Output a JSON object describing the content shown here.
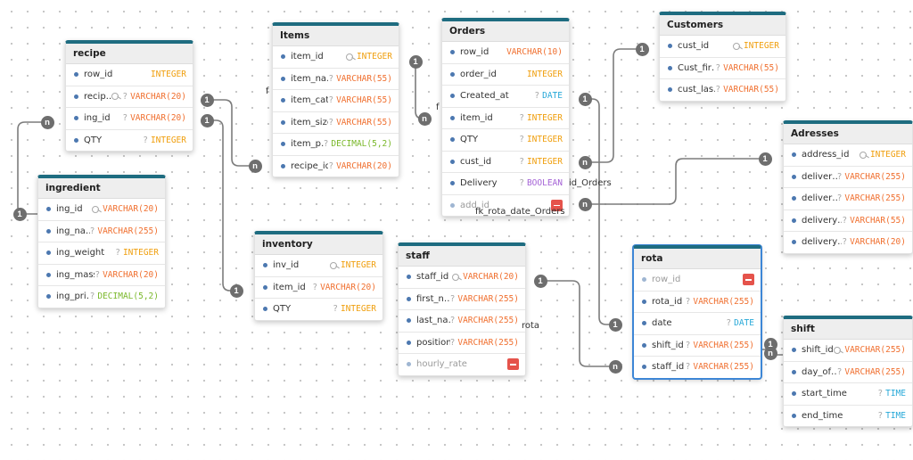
{
  "colors": {
    "header_strip": "#1e6c80",
    "connector": "#7c7c7c",
    "badge": "#6e6e6e",
    "delete": "#e5534b",
    "selection": "#3d86d6"
  },
  "type_colors": {
    "INTEGER": "#f0a010",
    "VARCHAR": "#f07030",
    "DATE": "#26a8d8",
    "TIME": "#26a8d8",
    "DECIMAL": "#7ab82a",
    "BOOLEAN": "#a462d6"
  },
  "tables": [
    {
      "name": "recipe",
      "fields": [
        {
          "name": "row_id",
          "type": "INTEGER"
        },
        {
          "name": "recip…",
          "mark": "key+?",
          "type": "VARCHAR(20)"
        },
        {
          "name": "ing_id",
          "mark": "?",
          "type": "VARCHAR(20)"
        },
        {
          "name": "QTY",
          "mark": "?",
          "type": "INTEGER"
        }
      ]
    },
    {
      "name": "ingredient",
      "fields": [
        {
          "name": "ing_id",
          "mark": "key",
          "type": "VARCHAR(20)"
        },
        {
          "name": "ing_na…",
          "mark": "?",
          "type": "VARCHAR(255)"
        },
        {
          "name": "ing_weight",
          "mark": "?",
          "type": "INTEGER"
        },
        {
          "name": "ing_mass",
          "mark": "?",
          "type": "VARCHAR(20)"
        },
        {
          "name": "ing_pri…",
          "mark": "?",
          "type": "DECIMAL(5,2)"
        }
      ]
    },
    {
      "name": "Items",
      "fields": [
        {
          "name": "item_id",
          "mark": "key",
          "type": "INTEGER"
        },
        {
          "name": "item_na…",
          "mark": "?",
          "type": "VARCHAR(55)"
        },
        {
          "name": "item_cat",
          "mark": "?",
          "type": "VARCHAR(55)"
        },
        {
          "name": "item_size",
          "mark": "?",
          "type": "VARCHAR(55)"
        },
        {
          "name": "item_p…",
          "mark": "?",
          "type": "DECIMAL(5,2)"
        },
        {
          "name": "recipe_id",
          "mark": "?",
          "type": "VARCHAR(20)"
        }
      ]
    },
    {
      "name": "inventory",
      "fields": [
        {
          "name": "inv_id",
          "mark": "key",
          "type": "INTEGER"
        },
        {
          "name": "item_id",
          "mark": "?",
          "type": "VARCHAR(20)"
        },
        {
          "name": "QTY",
          "mark": "?",
          "type": "INTEGER"
        }
      ]
    },
    {
      "name": "Orders",
      "fields": [
        {
          "name": "row_id",
          "type": "VARCHAR(10)"
        },
        {
          "name": "order_id",
          "type": "INTEGER"
        },
        {
          "name": "Created_at",
          "mark": "?",
          "type": "DATE"
        },
        {
          "name": "item_id",
          "mark": "?",
          "type": "INTEGER"
        },
        {
          "name": "QTY",
          "mark": "?",
          "type": "INTEGER"
        },
        {
          "name": "cust_id",
          "mark": "?",
          "type": "INTEGER"
        },
        {
          "name": "Delivery",
          "mark": "?",
          "type": "BOOLEAN"
        },
        {
          "name": "add_id",
          "dim": true,
          "delete": true
        }
      ]
    },
    {
      "name": "staff",
      "fields": [
        {
          "name": "staff_id",
          "mark": "key",
          "type": "VARCHAR(20)"
        },
        {
          "name": "first_n…",
          "mark": "?",
          "type": "VARCHAR(255)"
        },
        {
          "name": "last_na…",
          "mark": "?",
          "type": "VARCHAR(255)"
        },
        {
          "name": "position",
          "mark": "?",
          "type": "VARCHAR(255)"
        },
        {
          "name": "hourly_rate",
          "dim": true,
          "delete": true
        }
      ]
    },
    {
      "name": "Customers",
      "fields": [
        {
          "name": "cust_id",
          "mark": "key",
          "type": "INTEGER"
        },
        {
          "name": "Cust_fir…",
          "mark": "?",
          "type": "VARCHAR(55)"
        },
        {
          "name": "cust_las…",
          "mark": "?",
          "type": "VARCHAR(55)"
        }
      ]
    },
    {
      "name": "Adresses",
      "fields": [
        {
          "name": "address_id",
          "mark": "key",
          "type": "INTEGER"
        },
        {
          "name": "deliver…",
          "mark": "?",
          "type": "VARCHAR(255)"
        },
        {
          "name": "deliver…",
          "mark": "?",
          "type": "VARCHAR(255)"
        },
        {
          "name": "delivery…",
          "mark": "?",
          "type": "VARCHAR(55)"
        },
        {
          "name": "delivery…",
          "mark": "?",
          "type": "VARCHAR(20)"
        }
      ]
    },
    {
      "name": "rota",
      "selected": true,
      "fields": [
        {
          "name": "row_id",
          "dim": true,
          "delete": true
        },
        {
          "name": "rota_id",
          "mark": "?",
          "type": "VARCHAR(255)"
        },
        {
          "name": "date",
          "mark": "?",
          "type": "DATE"
        },
        {
          "name": "shift_id",
          "mark": "?",
          "type": "VARCHAR(255)"
        },
        {
          "name": "staff_id",
          "mark": "?",
          "type": "VARCHAR(255)"
        }
      ]
    },
    {
      "name": "shift",
      "fields": [
        {
          "name": "shift_id",
          "mark": "key",
          "type": "VARCHAR(255)"
        },
        {
          "name": "day_of…",
          "mark": "?",
          "type": "VARCHAR(255)"
        },
        {
          "name": "start_time",
          "mark": "?",
          "type": "TIME"
        },
        {
          "name": "end_time",
          "mark": "?",
          "type": "TIME"
        }
      ]
    }
  ],
  "relation_labels": {
    "items_f": "f",
    "orders_f": "f",
    "orders_id": "id_Orders",
    "rota_date_orders": "fk_rota_date_Orders",
    "rota_text": "rota"
  },
  "cardinality": {
    "one": "1",
    "many": "n"
  }
}
